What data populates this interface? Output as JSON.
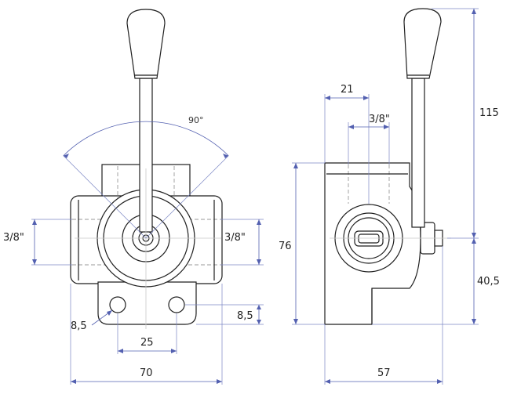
{
  "colors": {
    "line": "#1f1f1f",
    "dimension": "#5360b0",
    "background": "#ffffff"
  },
  "front_view": {
    "angle_label": "90°",
    "port_left_label": "3/8\"",
    "port_right_label": "3/8\"",
    "hole_diameter_label": "8,5",
    "hole_offset_label": "8,5",
    "hole_spacing_label": "25",
    "width_label": "70"
  },
  "side_view": {
    "top_offset_label": "21",
    "port_top_label": "3/8\"",
    "height_label": "76",
    "depth_label": "57",
    "lever_height_label": "115",
    "base_height_label": "40,5"
  }
}
